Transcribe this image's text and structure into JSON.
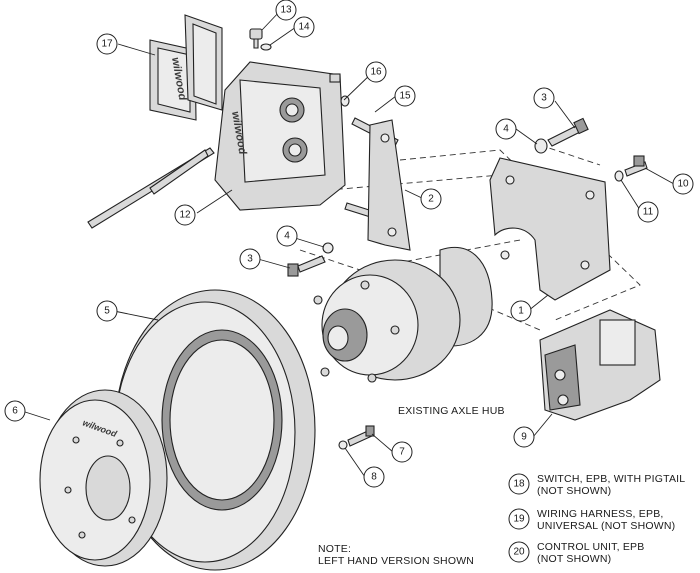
{
  "callouts": [
    {
      "num": "1"
    },
    {
      "num": "2"
    },
    {
      "num": "3"
    },
    {
      "num": "3"
    },
    {
      "num": "4"
    },
    {
      "num": "4"
    },
    {
      "num": "5"
    },
    {
      "num": "6"
    },
    {
      "num": "7"
    },
    {
      "num": "8"
    },
    {
      "num": "9"
    },
    {
      "num": "10"
    },
    {
      "num": "11"
    },
    {
      "num": "12"
    },
    {
      "num": "13"
    },
    {
      "num": "14"
    },
    {
      "num": "15"
    },
    {
      "num": "16"
    },
    {
      "num": "17"
    }
  ],
  "hub_label": "EXISTING AXLE HUB",
  "note": {
    "line1": "NOTE:",
    "line2": "LEFT HAND VERSION SHOWN"
  },
  "legend": [
    {
      "num": "18",
      "line1": "SWITCH, EPB, WITH PIGTAIL",
      "line2": "(NOT SHOWN)"
    },
    {
      "num": "19",
      "line1": "WIRING HARNESS, EPB,",
      "line2": "UNIVERSAL (NOT SHOWN)"
    },
    {
      "num": "20",
      "line1": "CONTROL UNIT, EPB",
      "line2": "(NOT SHOWN)"
    }
  ],
  "brand_logo": "wilwood"
}
